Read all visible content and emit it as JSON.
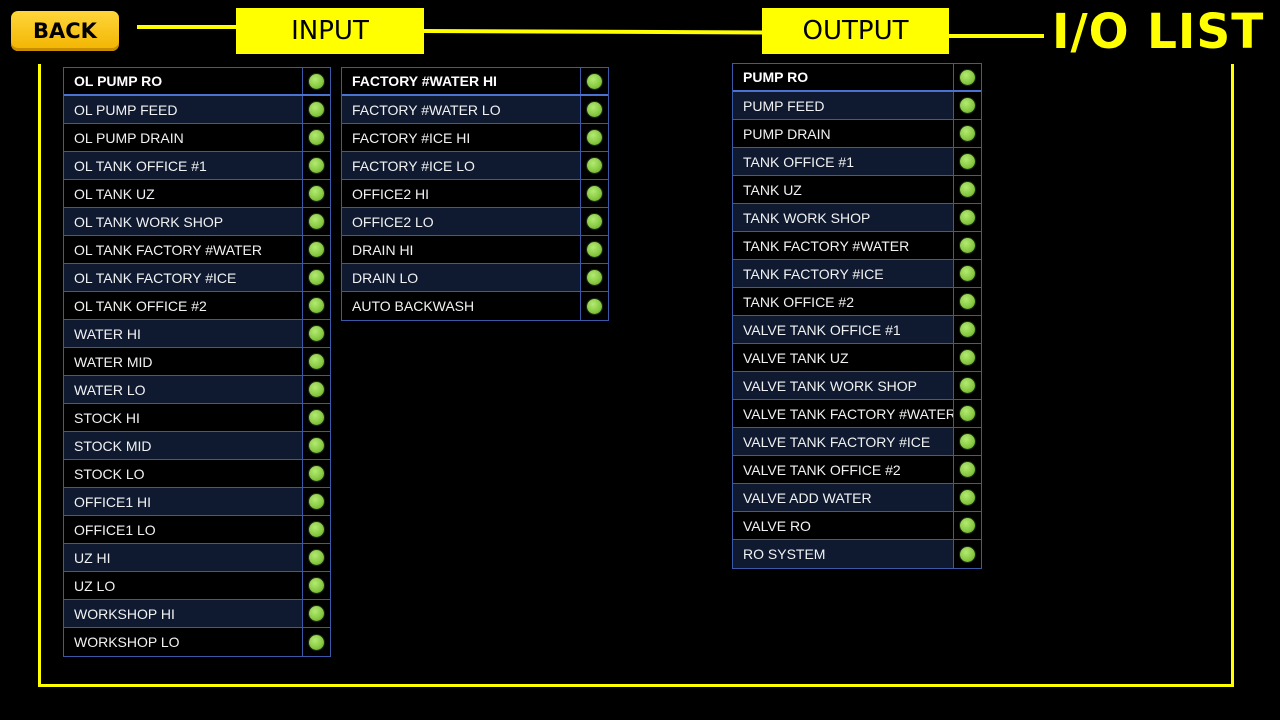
{
  "nav": {
    "back_label": "BACK"
  },
  "header": {
    "input_label": "INPUT",
    "output_label": "OUTPUT",
    "page_title": "I/O LIST"
  },
  "colors": {
    "accent": "#ffff00",
    "led_on": "#8cc84b",
    "row_alt": "#0f1a30",
    "grid": "#3a5aa8"
  },
  "input_col1": [
    "OL PUMP RO",
    "OL PUMP FEED",
    "OL PUMP DRAIN",
    "OL TANK OFFICE #1",
    "OL TANK UZ",
    "OL TANK WORK SHOP",
    "OL TANK FACTORY #WATER",
    "OL TANK FACTORY #ICE",
    "OL TANK OFFICE #2",
    "WATER HI",
    "WATER MID",
    "WATER LO",
    "STOCK HI",
    "STOCK MID",
    "STOCK LO",
    "OFFICE1 HI",
    "OFFICE1 LO",
    "UZ HI",
    "UZ LO",
    "WORKSHOP HI",
    "WORKSHOP LO"
  ],
  "input_col2": [
    "FACTORY #WATER HI",
    "FACTORY #WATER LO",
    "FACTORY #ICE HI",
    "FACTORY #ICE LO",
    "OFFICE2 HI",
    "OFFICE2 LO",
    "DRAIN HI",
    "DRAIN LO",
    "AUTO BACKWASH"
  ],
  "output_col": [
    "PUMP RO",
    "PUMP FEED",
    "PUMP DRAIN",
    "TANK OFFICE #1",
    "TANK UZ",
    "TANK WORK SHOP",
    "TANK FACTORY #WATER",
    "TANK FACTORY #ICE",
    "TANK OFFICE #2",
    "VALVE TANK OFFICE #1",
    "VALVE TANK UZ",
    "VALVE TANK WORK SHOP",
    "VALVE TANK FACTORY #WATER",
    "VALVE TANK FACTORY #ICE",
    "VALVE TANK OFFICE #2",
    "VALVE ADD WATER",
    "VALVE RO",
    "RO SYSTEM"
  ],
  "led_state": "on"
}
